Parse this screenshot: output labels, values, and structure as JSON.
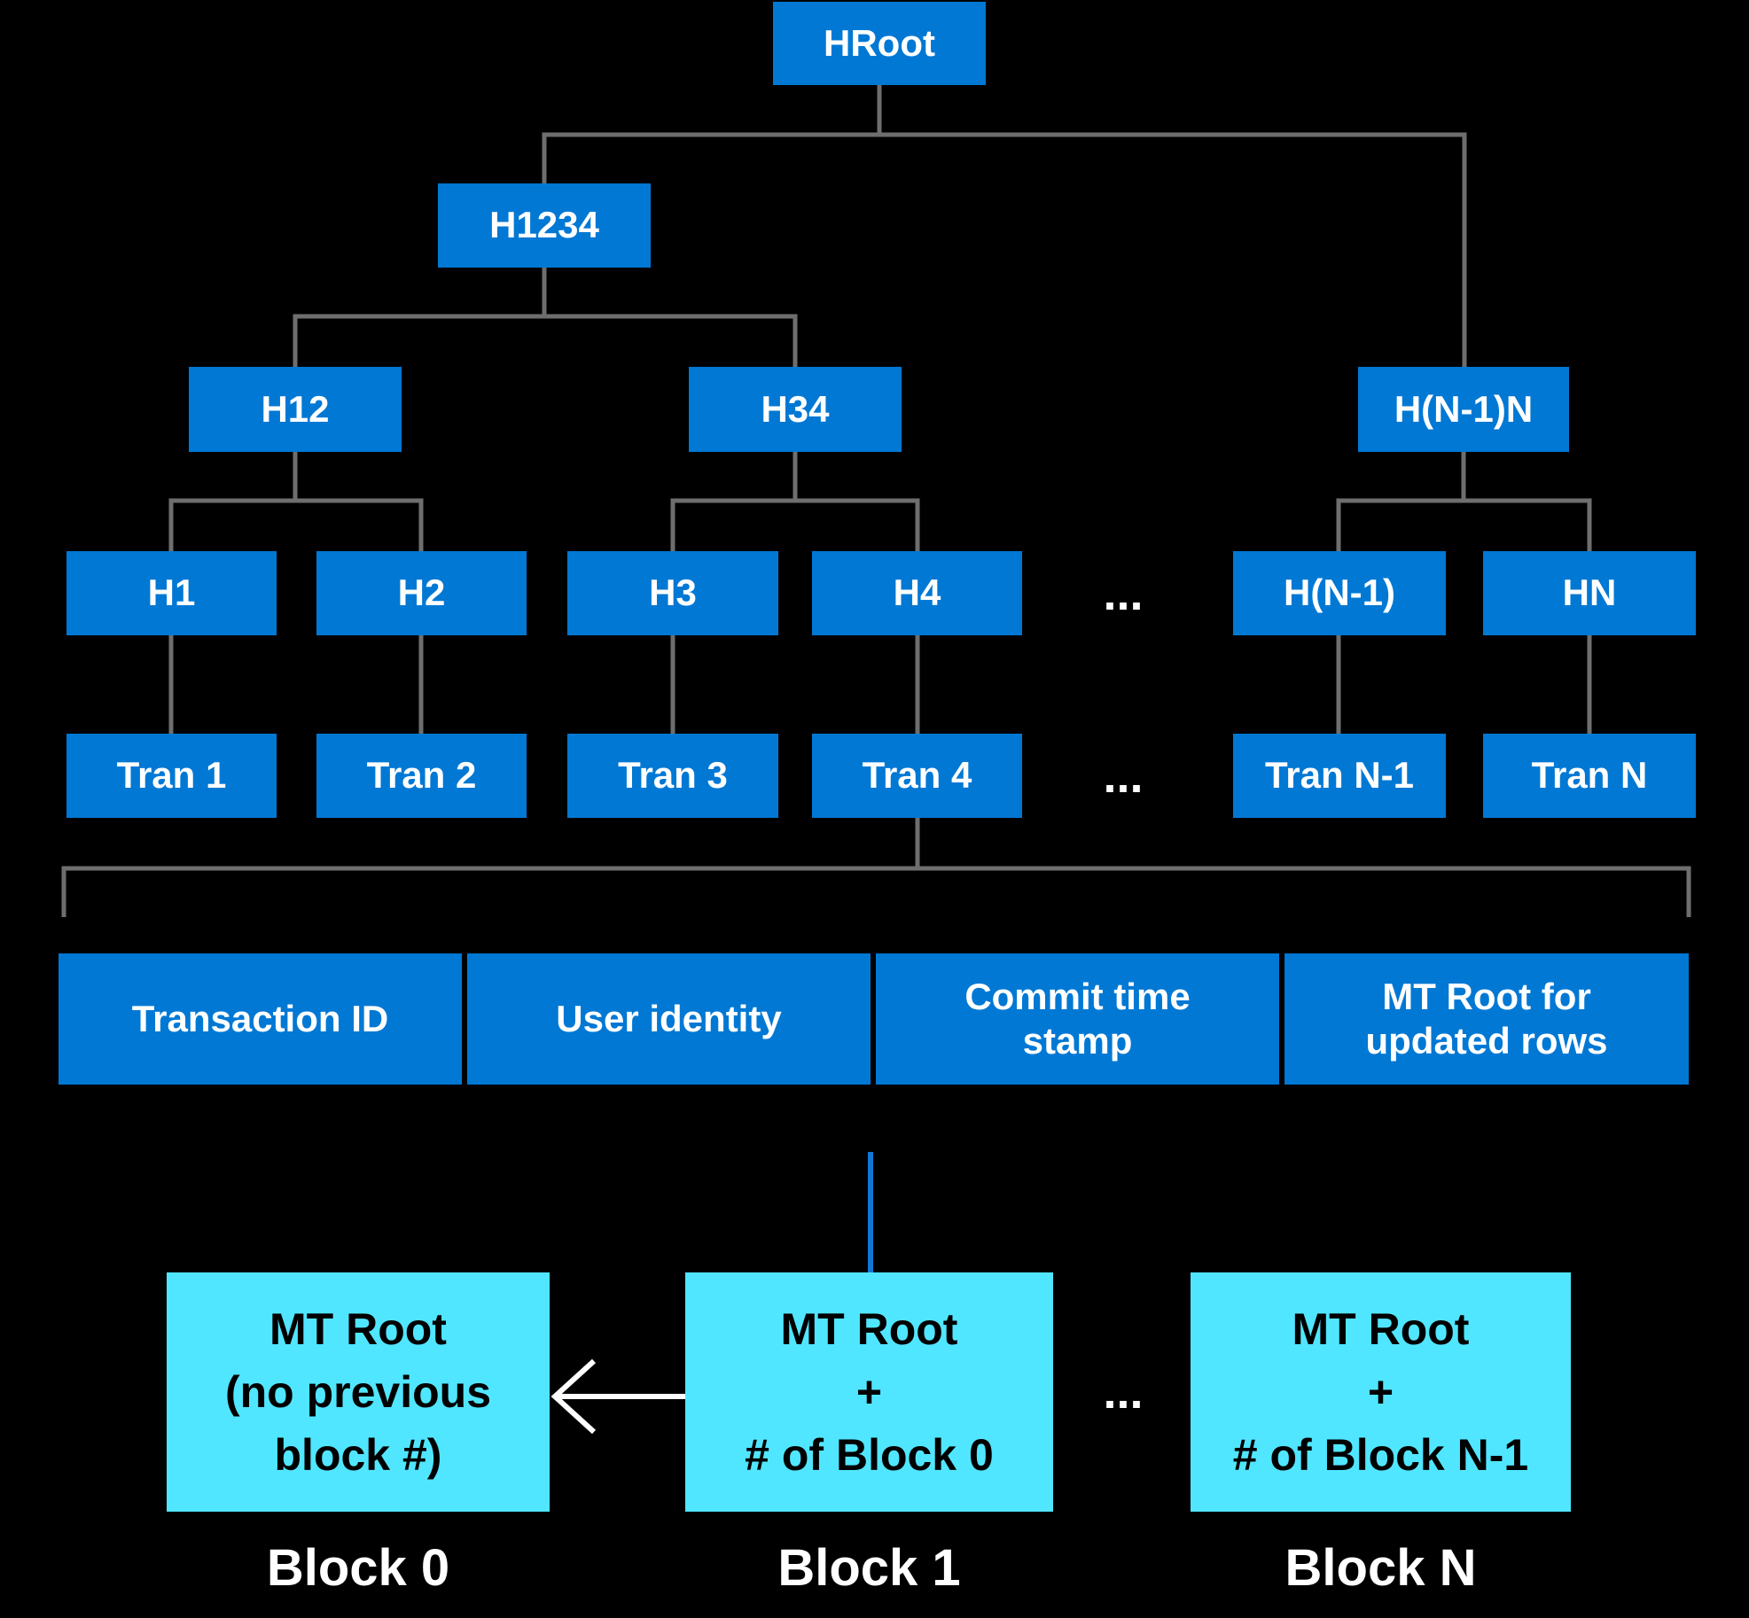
{
  "nodes": {
    "hroot": "HRoot",
    "h1234": "H1234",
    "h12": "H12",
    "h34": "H34",
    "hn1n": "H(N-1)N",
    "h1": "H1",
    "h2": "H2",
    "h3": "H3",
    "h4": "H4",
    "hn_minus_1": "H(N-1)",
    "hn": "HN",
    "tran1": "Tran 1",
    "tran2": "Tran 2",
    "tran3": "Tran 3",
    "tran4": "Tran 4",
    "tran_n_minus_1": "Tran N-1",
    "tran_n": "Tran N"
  },
  "ellipsis": "...",
  "transaction_record": {
    "cells": [
      {
        "lines": [
          "Transaction ID"
        ]
      },
      {
        "lines": [
          "User identity"
        ]
      },
      {
        "lines": [
          "Commit time",
          "stamp"
        ]
      },
      {
        "lines": [
          "MT Root for",
          "updated rows"
        ]
      }
    ]
  },
  "blocks": [
    {
      "lines": [
        "MT Root",
        "(no previous",
        "block #)"
      ],
      "label": "Block 0"
    },
    {
      "lines": [
        "MT Root",
        "+",
        "# of Block 0"
      ],
      "label": "Block 1"
    },
    {
      "lines": [
        "MT Root",
        "+",
        "# of Block N-1"
      ],
      "label": "Block N"
    }
  ],
  "colors": {
    "background": "#000000",
    "node_fill": "#0078d4",
    "node_text": "#ffffff",
    "connector_gray": "#6e6e6e",
    "record_fill": "#0078d4",
    "block_fill": "#50e6ff",
    "block_text": "#000000",
    "block_label_text": "#ffffff",
    "link_blue": "#0f78d4",
    "arrow_white": "#ffffff"
  }
}
